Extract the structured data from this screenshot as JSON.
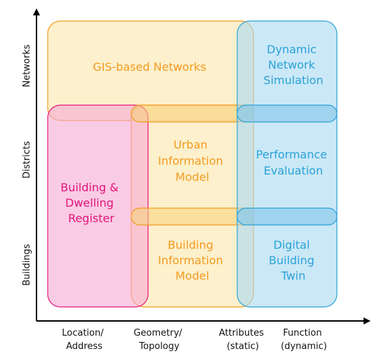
{
  "axes": {
    "y_categories": [
      "Networks",
      "Districts",
      "Buildings"
    ],
    "x_categories": [
      [
        "Location/",
        "Address"
      ],
      [
        "Geometry/",
        "Topology"
      ],
      [
        "Attributes",
        "(static)"
      ],
      [
        "Function",
        "(dynamic)"
      ]
    ]
  },
  "regions": {
    "gis": [
      "GIS-based Networks"
    ],
    "dyn": [
      "Dynamic",
      "Network",
      "Simulation"
    ],
    "uim": [
      "Urban",
      "Information",
      "Model"
    ],
    "perf": [
      "Performance",
      "Evaluation"
    ],
    "bdr": [
      "Building &",
      "Dwelling",
      "Register"
    ],
    "bim": [
      "Building",
      "Information",
      "Model"
    ],
    "dbt": [
      "Digital",
      "Building",
      "Twin"
    ]
  },
  "colors": {
    "orange": "#f39a1f",
    "blue": "#2aa2d6",
    "pink": "#e3157b",
    "axis": "#000000"
  }
}
